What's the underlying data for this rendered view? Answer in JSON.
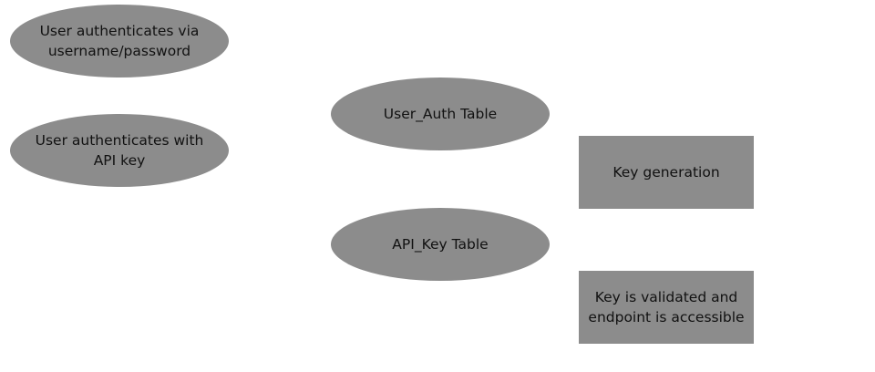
{
  "diagram": {
    "nodes": {
      "auth_username": {
        "label": "User authenticates via\nusername/password",
        "shape": "ellipse"
      },
      "auth_api_key": {
        "label": "User authenticates with\nAPI key",
        "shape": "ellipse"
      },
      "user_auth_table": {
        "label": "User_Auth Table",
        "shape": "ellipse"
      },
      "api_key_table": {
        "label": "API_Key Table",
        "shape": "ellipse"
      },
      "key_generation": {
        "label": "Key generation",
        "shape": "rectangle"
      },
      "key_validated": {
        "label": "Key is validated and\nendpoint is accessible",
        "shape": "rectangle"
      }
    },
    "colors": {
      "node_fill": "#8c8c8c",
      "text": "#111111",
      "background": "#ffffff"
    }
  }
}
